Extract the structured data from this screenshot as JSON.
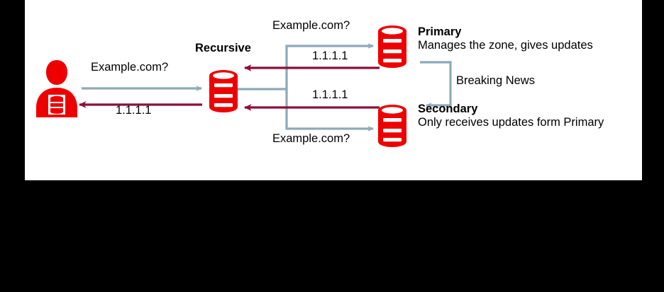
{
  "diagram": {
    "title": "DNS recursive resolution with primary and secondary authoritative servers",
    "background_color": "#000000",
    "canvas_color": "#ffffff",
    "colors": {
      "server_red": "#ee0000",
      "query_arrow": "#8fa9b8",
      "response_arrow": "#8b0f3a",
      "text": "#000000"
    },
    "nodes": [
      {
        "id": "client",
        "icon": "user-database-icon",
        "label": "",
        "description": ""
      },
      {
        "id": "recursive",
        "icon": "database-icon",
        "label": "Recursive",
        "description": ""
      },
      {
        "id": "primary",
        "icon": "database-icon",
        "label": "Primary",
        "description": "Manages the zone, gives updates"
      },
      {
        "id": "secondary",
        "icon": "database-icon",
        "label": "Secondary",
        "description": "Only receives updates form Primary"
      }
    ],
    "edge_labels": {
      "client_query": "Example.com?",
      "client_response": "1.1.1.1",
      "primary_query": "Example.com?",
      "primary_response": "1.1.1.1",
      "secondary_query": "Example.com?",
      "secondary_response": "1.1.1.1",
      "zone_transfer": "Breaking News"
    }
  }
}
